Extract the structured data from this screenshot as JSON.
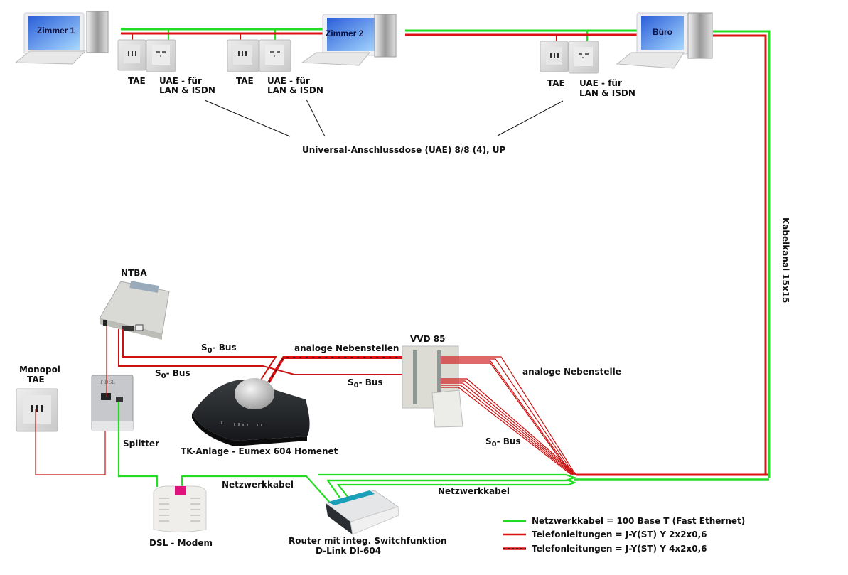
{
  "title": "Heimnetz- und ISDN-Verkabelung",
  "computers": [
    {
      "label": "Zimmer 1"
    },
    {
      "label": "Zimmer 2"
    },
    {
      "label": "Büro"
    }
  ],
  "sockets": {
    "tae_label": "TAE",
    "uae_label_line1": "UAE - für",
    "uae_label_line2": "LAN & ISDN",
    "callout": "Universal-Anschlussdose (UAE) 8/8 (4), UP"
  },
  "devices": {
    "ntba": "NTBA",
    "monopol_line1": "Monopol",
    "monopol_line2": "TAE",
    "splitter": "Splitter",
    "tk_anlage": "TK-Anlage - Eumex 604 Homenet",
    "vvd": "VVD 85",
    "dsl_modem": "DSL - Modem",
    "router_line1": "Router mit integ. Switchfunktion",
    "router_line2": "D-Link DI-604"
  },
  "cable_labels": {
    "s0_bus_prefix": "S",
    "s0_bus_sub": "0",
    "s0_bus_suffix": "- Bus",
    "analoge_nebenstellen": "analoge Nebenstellen",
    "analoge_nebenstelle": "analoge Nebenstelle",
    "netzwerkkabel": "Netzwerkkabel",
    "kabelkanal": "Kabelkanal 15x15"
  },
  "legend": [
    {
      "label": "Netzwerkkabel = 100 Base T (Fast Ethernet)",
      "color": "#22dd22",
      "style": "solid"
    },
    {
      "label": "Telefonleitungen = J-Y(ST) Y 2x2x0,6",
      "color": "#dd1111",
      "style": "solid"
    },
    {
      "label": "Telefonleitungen = J-Y(ST) Y 4x2x0,6",
      "color": "#dd1111",
      "style": "dashed-black"
    }
  ]
}
